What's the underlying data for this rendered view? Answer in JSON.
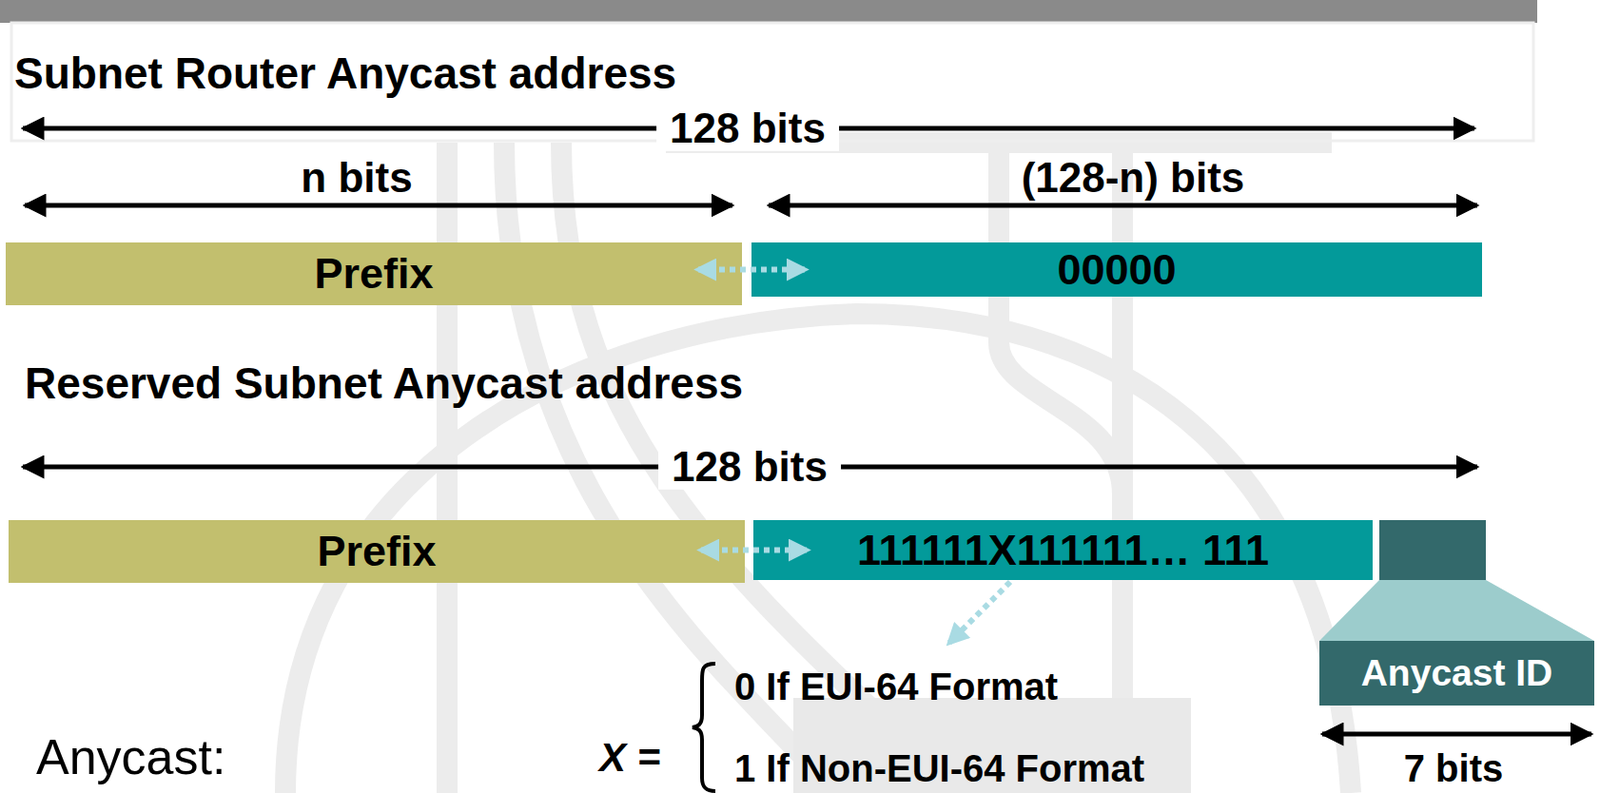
{
  "diagram": {
    "nodes": [
      {
        "text": [
          "Prefix"
        ]
      },
      {
        "text": [
          "00000"
        ]
      },
      {
        "text": [
          "Prefix"
        ]
      },
      {
        "text": [
          "111111X111111… 111"
        ]
      },
      {
        "text": [
          "Anycast ID"
        ]
      }
    ],
    "edges": [
      {
        "from": 0,
        "to": 1,
        "arrow": "both"
      },
      {
        "from": 2,
        "to": 3,
        "arrow": "both"
      }
    ],
    "labels": [
      "Subnet Router Anycast address",
      "128 bits",
      "n bits",
      "(128-n) bits",
      "Reserved Subnet Anycast address",
      "128 bits",
      "7 bits",
      "Anycast:",
      "X =",
      "0 If EUI-64 Format",
      "1 If Non-EUI-64 Format"
    ]
  }
}
